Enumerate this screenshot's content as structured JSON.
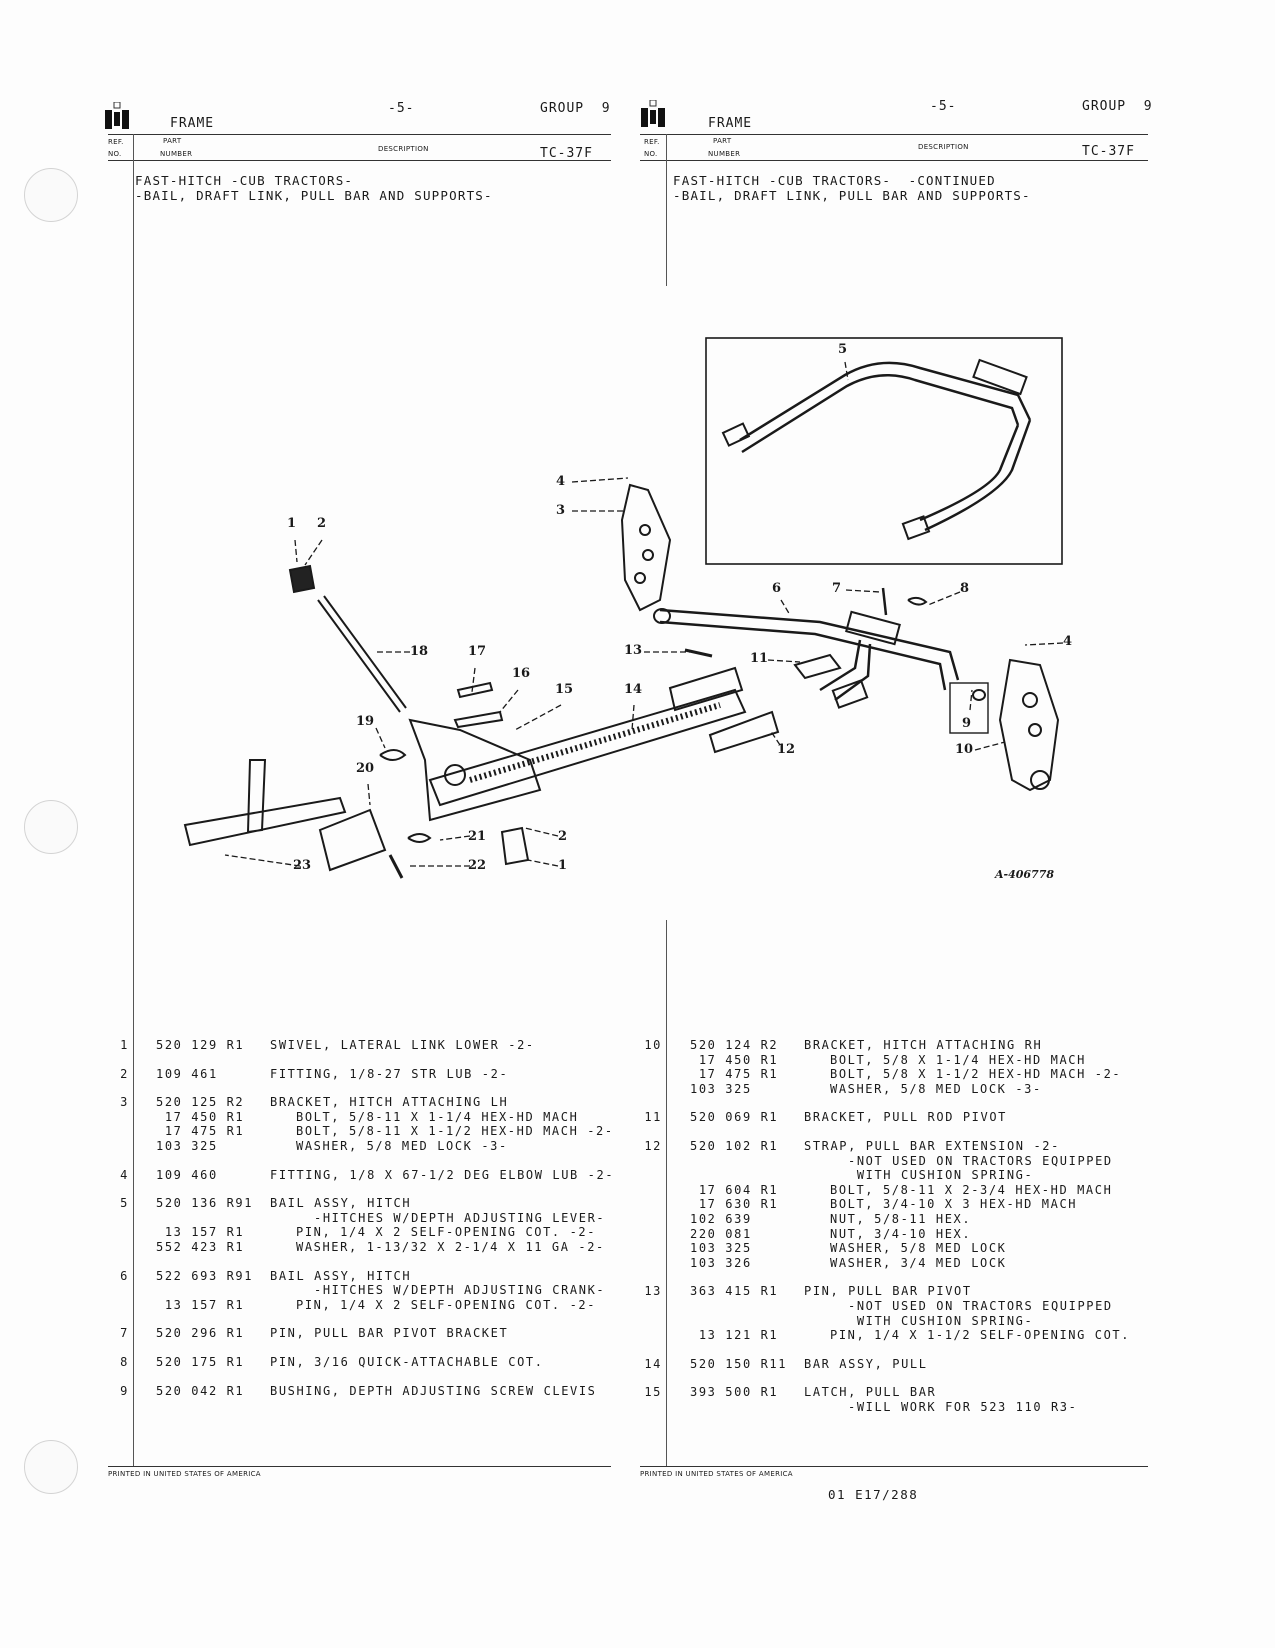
{
  "pages": [
    {
      "section": "FRAME",
      "page_no": "-5-",
      "group": "GROUP  9",
      "col_ref": [
        "REF.",
        "NO."
      ],
      "col_part": [
        "PART",
        "NUMBER"
      ],
      "col_desc": "DESCRIPTION",
      "code": "TC-37F",
      "title_1": "FAST-HITCH -CUB TRACTORS-",
      "title_2": "-BAIL, DRAFT LINK, PULL BAR AND SUPPORTS-",
      "printed": "PRINTED IN UNITED STATES OF AMERICA"
    },
    {
      "section": "FRAME",
      "page_no": "-5-",
      "group": "GROUP  9",
      "col_ref": [
        "REF.",
        "NO."
      ],
      "col_part": [
        "PART",
        "NUMBER"
      ],
      "col_desc": "DESCRIPTION",
      "code": "TC-37F",
      "title_1": "FAST-HITCH -CUB TRACTORS-  -CONTINUED",
      "title_2": "-BAIL, DRAFT LINK, PULL BAR AND SUPPORTS-",
      "printed": "PRINTED IN UNITED STATES OF AMERICA"
    }
  ],
  "diagram": {
    "figure_id": "A-406778",
    "callouts": [
      "1",
      "2",
      "4",
      "3",
      "5",
      "6",
      "7",
      "8",
      "4",
      "18",
      "17",
      "16",
      "15",
      "13",
      "14",
      "11",
      "12",
      "9",
      "10",
      "19",
      "20",
      "21",
      "2",
      "22",
      "1",
      "23"
    ]
  },
  "parts_left": [
    {
      "ref": "1",
      "lines": [
        {
          "part": "520 129 R1",
          "desc": "SWIVEL, LATERAL LINK LOWER -2-",
          "indent": 0
        }
      ]
    },
    {
      "ref": "2",
      "lines": [
        {
          "part": "109 461",
          "desc": "FITTING, 1/8-27 STR LUB -2-",
          "indent": 0
        }
      ]
    },
    {
      "ref": "3",
      "lines": [
        {
          "part": "520 125 R2",
          "desc": "BRACKET, HITCH ATTACHING LH",
          "indent": 0
        },
        {
          "part": " 17 450 R1",
          "desc": "BOLT, 5/8-11 X 1-1/4 HEX-HD MACH",
          "indent": 1
        },
        {
          "part": " 17 475 R1",
          "desc": "BOLT, 5/8-11 X 1-1/2 HEX-HD MACH -2-",
          "indent": 1
        },
        {
          "part": "103 325",
          "desc": "WASHER, 5/8 MED LOCK -3-",
          "indent": 1
        }
      ]
    },
    {
      "ref": "4",
      "lines": [
        {
          "part": "109 460",
          "desc": "FITTING, 1/8 X 67-1/2 DEG ELBOW LUB -2-",
          "indent": 0
        }
      ]
    },
    {
      "ref": "5",
      "lines": [
        {
          "part": "520 136 R91",
          "desc": "BAIL ASSY, HITCH",
          "indent": 0
        },
        {
          "part": "",
          "desc": "-HITCHES W/DEPTH ADJUSTING LEVER-",
          "indent": 2
        },
        {
          "part": " 13 157 R1",
          "desc": "PIN, 1/4 X 2 SELF-OPENING COT. -2-",
          "indent": 1
        },
        {
          "part": "552 423 R1",
          "desc": "WASHER, 1-13/32 X 2-1/4 X 11 GA -2-",
          "indent": 1
        }
      ]
    },
    {
      "ref": "6",
      "lines": [
        {
          "part": "522 693 R91",
          "desc": "BAIL ASSY, HITCH",
          "indent": 0
        },
        {
          "part": "",
          "desc": "-HITCHES W/DEPTH ADJUSTING CRANK-",
          "indent": 2
        },
        {
          "part": " 13 157 R1",
          "desc": "PIN, 1/4 X 2 SELF-OPENING COT. -2-",
          "indent": 1
        }
      ]
    },
    {
      "ref": "7",
      "lines": [
        {
          "part": "520 296 R1",
          "desc": "PIN, PULL BAR PIVOT BRACKET",
          "indent": 0
        }
      ]
    },
    {
      "ref": "8",
      "lines": [
        {
          "part": "520 175 R1",
          "desc": "PIN, 3/16 QUICK-ATTACHABLE COT.",
          "indent": 0
        }
      ]
    },
    {
      "ref": "9",
      "lines": [
        {
          "part": "520 042 R1",
          "desc": "BUSHING, DEPTH ADJUSTING SCREW CLEVIS",
          "indent": 0
        }
      ]
    }
  ],
  "parts_right": [
    {
      "ref": "10",
      "lines": [
        {
          "part": "520 124 R2",
          "desc": "BRACKET, HITCH ATTACHING RH",
          "indent": 0
        },
        {
          "part": " 17 450 R1",
          "desc": "BOLT, 5/8 X 1-1/4 HEX-HD MACH",
          "indent": 1
        },
        {
          "part": " 17 475 R1",
          "desc": "BOLT, 5/8 X 1-1/2 HEX-HD MACH -2-",
          "indent": 1
        },
        {
          "part": "103 325",
          "desc": "WASHER, 5/8 MED LOCK -3-",
          "indent": 1
        }
      ]
    },
    {
      "ref": "11",
      "lines": [
        {
          "part": "520 069 R1",
          "desc": "BRACKET, PULL ROD PIVOT",
          "indent": 0
        }
      ]
    },
    {
      "ref": "12",
      "lines": [
        {
          "part": "520 102 R1",
          "desc": "STRAP, PULL BAR EXTENSION -2-",
          "indent": 0
        },
        {
          "part": "",
          "desc": "-NOT USED ON TRACTORS EQUIPPED",
          "indent": 2
        },
        {
          "part": "",
          "desc": " WITH CUSHION SPRING-",
          "indent": 2
        },
        {
          "part": " 17 604 R1",
          "desc": "BOLT, 5/8-11 X 2-3/4 HEX-HD MACH",
          "indent": 1
        },
        {
          "part": " 17 630 R1",
          "desc": "BOLT, 3/4-10 X 3 HEX-HD MACH",
          "indent": 1
        },
        {
          "part": "102 639",
          "desc": "NUT, 5/8-11 HEX.",
          "indent": 1
        },
        {
          "part": "220 081",
          "desc": "NUT, 3/4-10 HEX.",
          "indent": 1
        },
        {
          "part": "103 325",
          "desc": "WASHER, 5/8 MED LOCK",
          "indent": 1
        },
        {
          "part": "103 326",
          "desc": "WASHER, 3/4 MED LOCK",
          "indent": 1
        }
      ]
    },
    {
      "ref": "13",
      "lines": [
        {
          "part": "363 415 R1",
          "desc": "PIN, PULL BAR PIVOT",
          "indent": 0
        },
        {
          "part": "",
          "desc": "-NOT USED ON TRACTORS EQUIPPED",
          "indent": 2
        },
        {
          "part": "",
          "desc": " WITH CUSHION SPRING-",
          "indent": 2
        },
        {
          "part": " 13 121 R1",
          "desc": "PIN, 1/4 X 1-1/2 SELF-OPENING COT.",
          "indent": 1
        }
      ]
    },
    {
      "ref": "14",
      "lines": [
        {
          "part": "520 150 R11",
          "desc": "BAR ASSY, PULL",
          "indent": 0
        }
      ]
    },
    {
      "ref": "15",
      "lines": [
        {
          "part": "393 500 R1",
          "desc": "LATCH, PULL BAR",
          "indent": 0
        },
        {
          "part": "",
          "desc": "-WILL WORK FOR 523 110 R3-",
          "indent": 2
        }
      ]
    }
  ],
  "footer_code": "01 E17/288"
}
